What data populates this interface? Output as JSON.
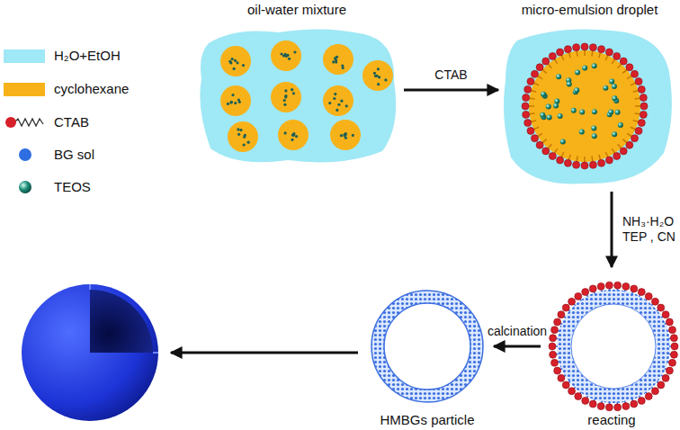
{
  "diagram": {
    "nodes": [
      {
        "text": [
          "oil-water mixture"
        ]
      },
      {
        "text": [
          "micro-emulsion droplet"
        ]
      },
      {
        "text": [
          "reacting"
        ]
      },
      {
        "text": [
          "HMBGs particle"
        ]
      }
    ],
    "edges": [
      {
        "from": 0,
        "to": 1,
        "arrow": "to",
        "label": "CTAB"
      },
      {
        "from": 1,
        "to": 2,
        "arrow": "to",
        "label": "NH₃·H₂O TEP , CN"
      },
      {
        "from": 2,
        "to": 3,
        "arrow": "to",
        "label": "calcination"
      }
    ],
    "legend": [
      {
        "text": "H₂O+EtOH",
        "color": "#9fe8f5"
      },
      {
        "text": "cyclohexane",
        "color": "#f7b21a"
      },
      {
        "text": "CTAB"
      },
      {
        "text": "BG sol"
      },
      {
        "text": "TEOS"
      }
    ]
  }
}
